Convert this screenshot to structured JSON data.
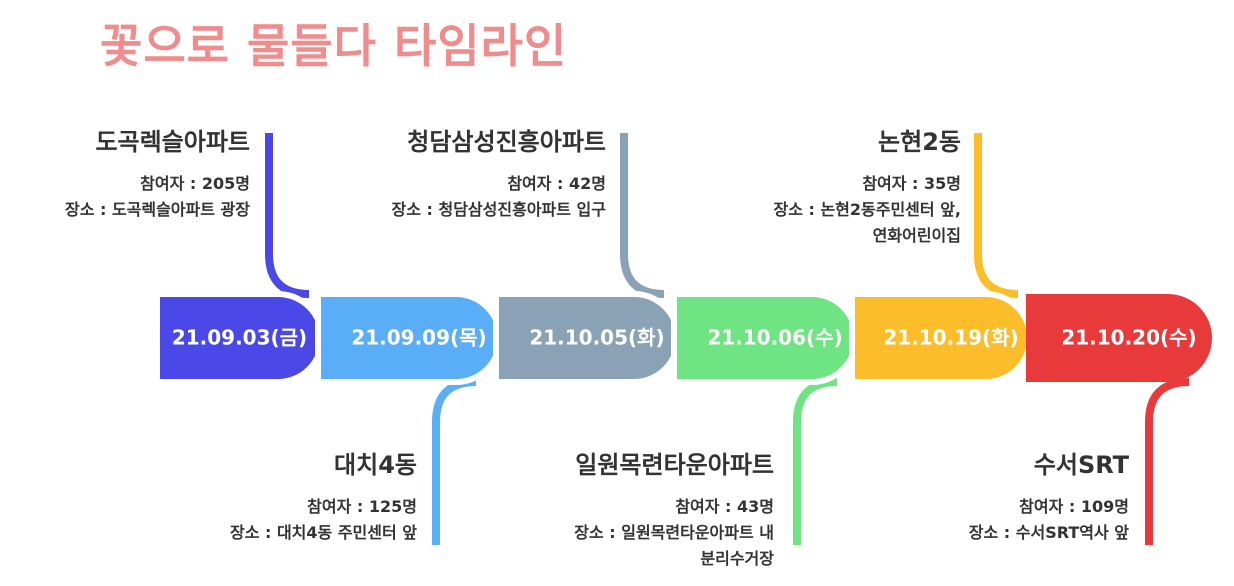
{
  "title": "꽃으로 물들다 타임라인",
  "events": [
    {
      "date": "21.09.03(금)",
      "name": "도곡렉슬아파트",
      "participants": "참여자 : 205명",
      "place": [
        "장소 : 도곡렉슬아파트 광장"
      ],
      "color": "#4a49e8"
    },
    {
      "date": "21.09.09(목)",
      "name": "대치4동",
      "participants": "참여자 : 125명",
      "place": [
        "장소 : 대치4동 주민센터 앞"
      ],
      "color": "#5aaef7"
    },
    {
      "date": "21.10.05(화)",
      "name": "청담삼성진흥아파트",
      "participants": "참여자 : 42명",
      "place": [
        "장소 : 청담삼성진흥아파트 입구"
      ],
      "color": "#8aa2b5"
    },
    {
      "date": "21.10.06(수)",
      "name": "일원목련타운아파트",
      "participants": "참여자 : 43명",
      "place": [
        "장소 : 일원목련타운아파트 내",
        "분리수거장"
      ],
      "color": "#6ee482"
    },
    {
      "date": "21.10.19(화)",
      "name": "논현2동",
      "participants": "참여자 : 35명",
      "place": [
        "장소 : 논현2동주민센터 앞,",
        "연화어린이집"
      ],
      "color": "#fbbd2a"
    },
    {
      "date": "21.10.20(수)",
      "name": "수서SRT",
      "participants": "참여자 : 109명",
      "place": [
        "장소 : 수서SRT역사 앞"
      ],
      "color": "#e83a3a"
    }
  ]
}
